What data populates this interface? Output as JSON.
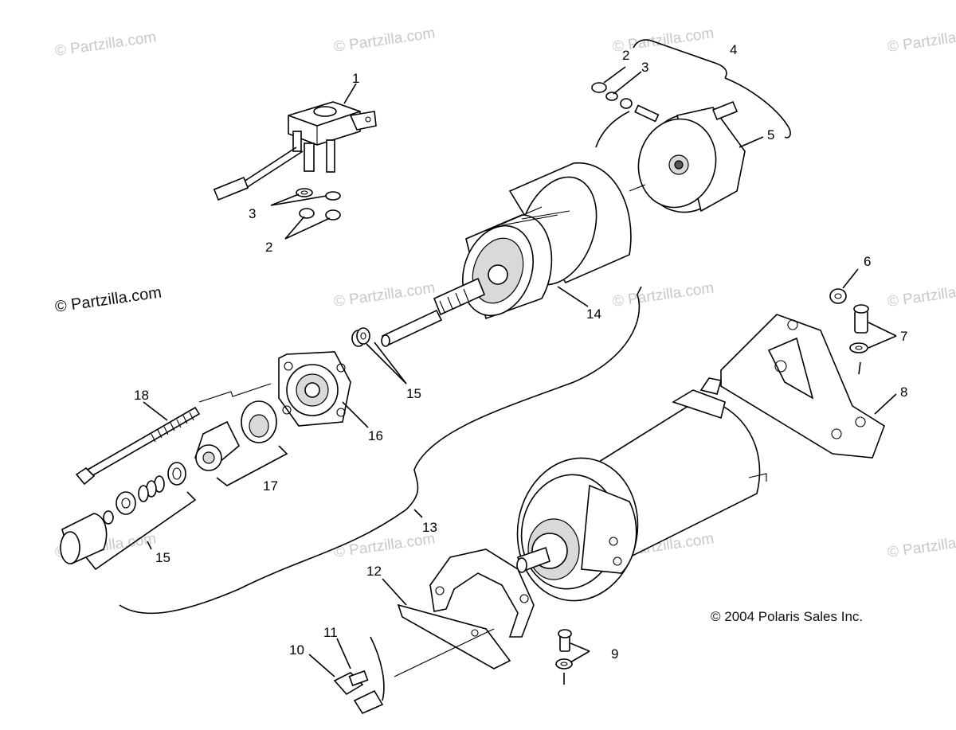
{
  "watermark": "© Partzilla.com",
  "copyright": "© 2004 Polaris Sales Inc.",
  "callouts": {
    "c1": "1",
    "c2a": "2",
    "c2b": "2",
    "c3a": "3",
    "c3b": "3",
    "c4": "4",
    "c5": "5",
    "c6": "6",
    "c7": "7",
    "c8": "8",
    "c9": "9",
    "c10": "10",
    "c11": "11",
    "c12": "12",
    "c13": "13",
    "c14": "14",
    "c15a": "15",
    "c15b": "15",
    "c16": "16",
    "c17": "17",
    "c18": "18"
  }
}
